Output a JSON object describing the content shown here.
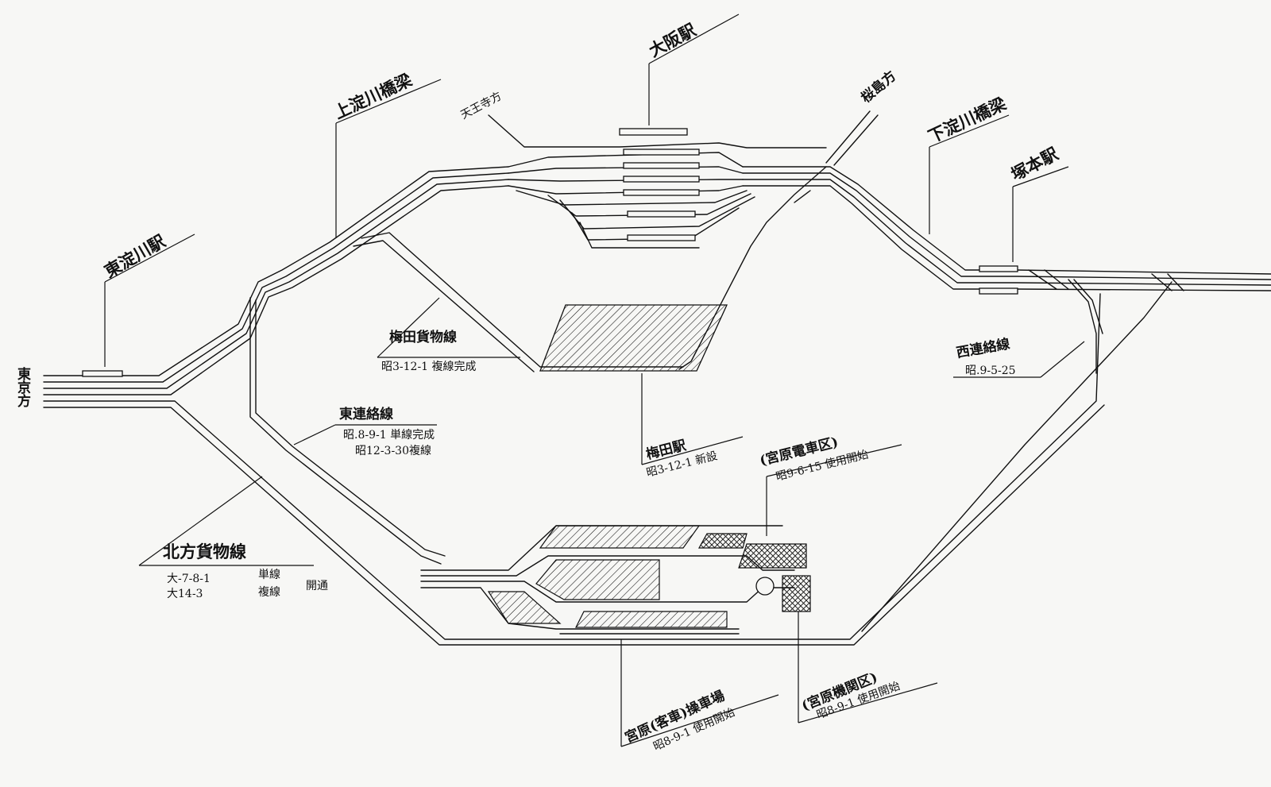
{
  "labels": {
    "osaka_station": "大阪駅",
    "kamiyodogawa_bridge": "上淀川橋梁",
    "tennoji_dir": "天王寺方",
    "sakurajima_dir": "桜島方",
    "shimoyodogawa_bridge": "下淀川橋梁",
    "tsukamoto_station": "塚本駅",
    "higashiyodogawa_station": "東淀川駅",
    "tokyo_dir": "東京方",
    "umeda_freight_line": "梅田貨物線",
    "umeda_freight_date": "昭3-12-1 複線完成",
    "nishi_connecting_line": "西連絡線",
    "nishi_connecting_date": "昭.9-5-25",
    "higashi_connecting_line": "東連絡線",
    "higashi_connecting_date1": "昭.8-9-1 単線完成",
    "higashi_connecting_date2": "昭12-3-30複線",
    "umeda_station": "梅田駅",
    "umeda_station_date": "昭3-12-1 新設",
    "miyahara_emu_depot": "(宮原電車区)",
    "miyahara_emu_date": "昭9-6-15 使用開始",
    "hokuho_freight_line": "北方貨物線",
    "hokuho_date1": "大-7-8-1",
    "hokuho_single": "単線",
    "hokuho_date2": "大14-3",
    "hokuho_double": "複線",
    "hokuho_opened": "開通",
    "miyahara_loco_depot": "(宮原機関区)",
    "miyahara_loco_date": "昭8-9-1 使用開始",
    "miyahara_yard": "宮原(客車)操車場",
    "miyahara_yard_date": "昭8-9-1 使用開始"
  }
}
